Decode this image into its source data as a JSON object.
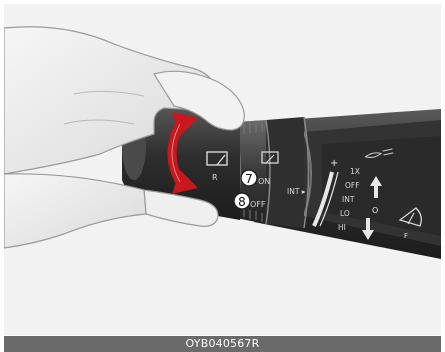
{
  "figure": {
    "caption": "OYB040567R",
    "callouts": [
      "7",
      "8"
    ]
  },
  "lever": {
    "ring_labels": {
      "rear_mark": "R",
      "on": "ON",
      "off": "OFF",
      "int": "INT ▸"
    },
    "front_wiper": {
      "plus": "+",
      "minus": "–",
      "positions": [
        "1X",
        "OFF",
        "INT",
        "LO",
        "HI"
      ],
      "washer_mark": "F",
      "mist_mark": "O"
    }
  },
  "colors": {
    "arrow_red": "#c8171d",
    "lever_body": "#3d3d3d",
    "caption_bar": "#6a6a6a"
  }
}
